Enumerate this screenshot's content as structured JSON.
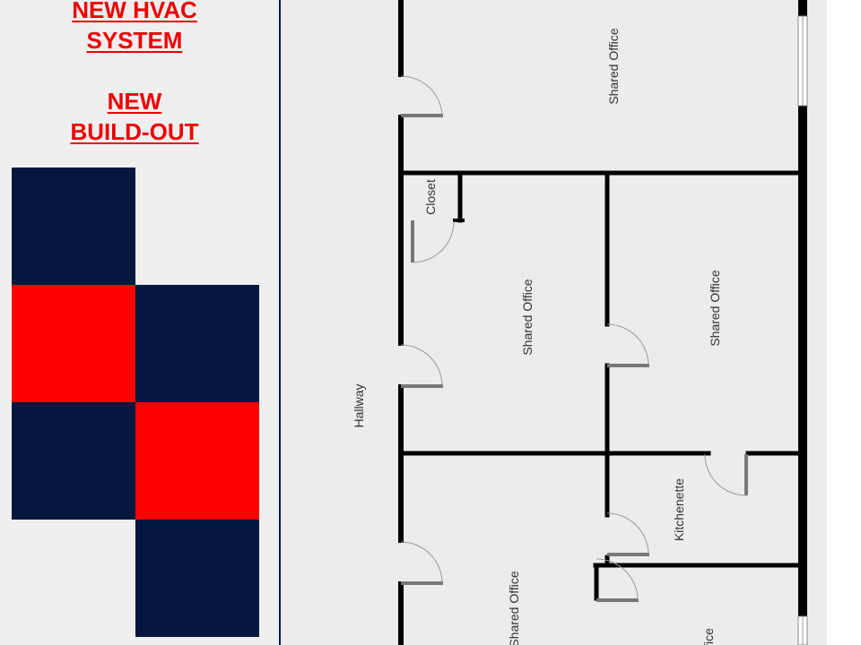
{
  "headings": {
    "hvac": "NEW HVAC\nSYSTEM",
    "buildout": "NEW\nBUILD-OUT"
  },
  "colors": {
    "navy": "#03173f",
    "red": "#ff0000",
    "heading_red": "#ee0000",
    "wall": "#000000"
  },
  "logo_tiles": [
    "navy",
    "red",
    "navy",
    "navy",
    "red",
    "navy"
  ],
  "floor_plan": {
    "rooms": {
      "shared_office_top": "Shared Office",
      "closet": "Closet",
      "shared_office_mid_left": "Shared Office",
      "shared_office_mid_right": "Shared Office",
      "hallway": "Hallway",
      "kitchenette": "Kitchenette",
      "shared_office_bottom_left": "Shared Office",
      "office_bottom_right": "fice"
    }
  }
}
